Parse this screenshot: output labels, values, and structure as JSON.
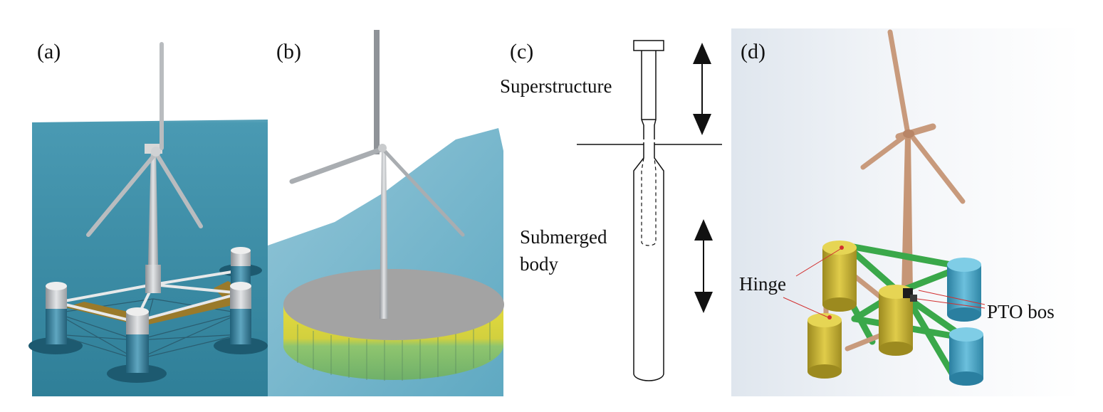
{
  "panels": {
    "a": {
      "label": "(a)"
    },
    "b": {
      "label": "(b)"
    },
    "c": {
      "label": "(c)",
      "superstructure_label": "Superstructure",
      "submerged_label_line1": "Submerged",
      "submerged_label_line2": "body"
    },
    "d": {
      "label": "(d)",
      "hinge_label": "Hinge",
      "pto_label": "PTO bos"
    }
  },
  "colors": {
    "sea_blue": "#3e8fa8",
    "sea_blue_light": "#8cc3d6",
    "steel_gray": "#b9bcbf",
    "deck_gray": "#9a9a9a",
    "ring_yellow": "#d9d23a",
    "ring_green": "#7fbf6a",
    "turbine_wood": "#c89a7c",
    "float_yellow": "#c9b431",
    "float_blue": "#3e9fc0",
    "brace_green": "#3aa84a",
    "marker_red": "#d23030"
  }
}
